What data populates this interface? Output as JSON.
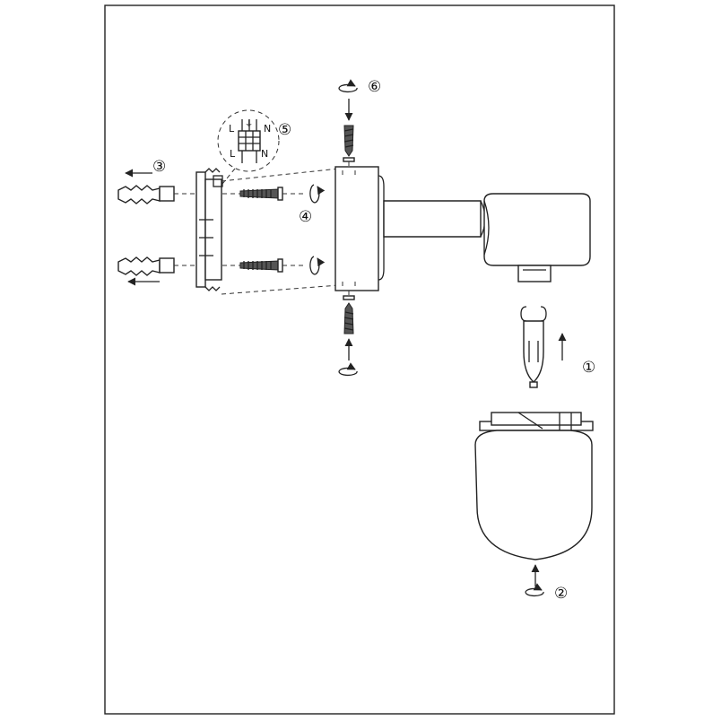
{
  "steps": {
    "s1": "①",
    "s2": "②",
    "s3": "③",
    "s4": "④",
    "s5": "⑤",
    "s6": "⑥"
  },
  "wiring": {
    "top": [
      "L",
      "⏚",
      "N"
    ],
    "bottom": [
      "L",
      "N"
    ]
  }
}
